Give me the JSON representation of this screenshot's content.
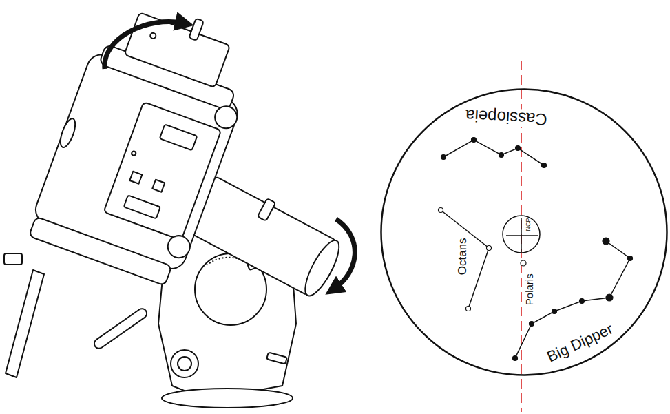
{
  "diagram": {
    "nodes": [
      {
        "text": [
          "Cassiopeia",
          "Octans",
          "Polaris",
          "Big Dipper"
        ]
      },
      {
        "text": [
          "NCP"
        ],
        "in": 0
      }
    ]
  }
}
